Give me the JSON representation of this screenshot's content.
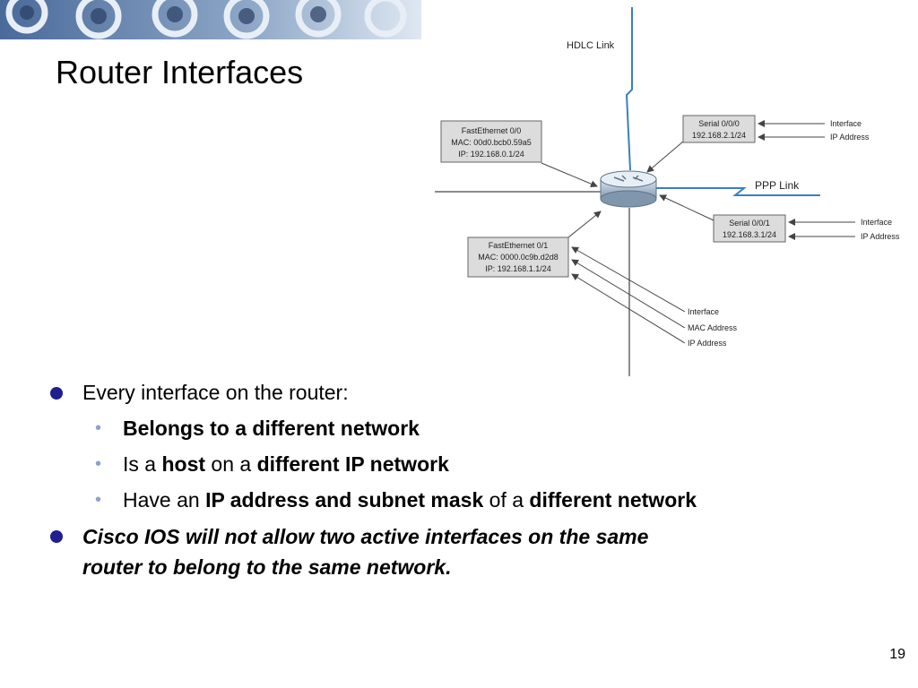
{
  "slide": {
    "title": "Router Interfaces",
    "page_number": "19"
  },
  "diagram": {
    "hdlc_link": "HDLC Link",
    "ppp_link": "PPP Link",
    "fe00": {
      "name": "FastEthernet 0/0",
      "mac": "MAC: 00d0.bcb0.59a5",
      "ip": "IP: 192.168.0.1/24"
    },
    "fe01": {
      "name": "FastEthernet 0/1",
      "mac": "MAC: 0000.0c9b.d2d8",
      "ip": "IP: 192.168.1.1/24"
    },
    "s000": {
      "name": "Serial 0/0/0",
      "ip": "192.168.2.1/24"
    },
    "s001": {
      "name": "Serial 0/0/1",
      "ip": "192.168.3.1/24"
    },
    "lbl_interface": "Interface",
    "lbl_ip_address": "IP Address",
    "lbl_mac_address": "MAC Address"
  },
  "bullets": {
    "b1": "Every interface on the router:",
    "s1_bold": "Belongs to a different network",
    "s2_a": "Is a ",
    "s2_b": "host",
    "s2_c": " on a ",
    "s2_d": "different IP network",
    "s3_a": "Have an ",
    "s3_b": "IP address and subnet mask",
    "s3_c": " of a ",
    "s3_d": "different network",
    "b2_line1": "Cisco IOS will not allow two active interfaces on the same",
    "b2_line2": "router to belong to the same network."
  },
  "colors": {
    "bullet": "#1f1f8f",
    "sub_bullet": "#8fa0cf",
    "link": "#3a7fc0"
  }
}
